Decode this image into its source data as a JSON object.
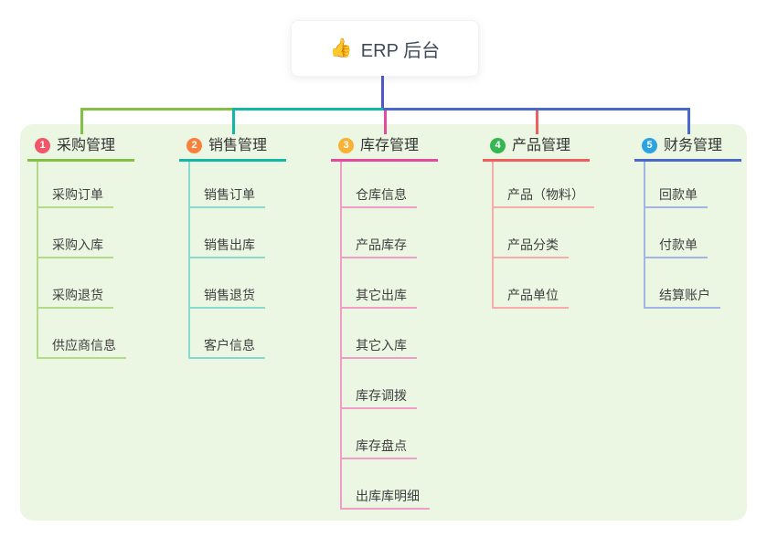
{
  "root": {
    "icon": "thumbs-up-icon",
    "icon_char": "👍",
    "label": "ERP 后台"
  },
  "colors": {
    "background": "#ffffff",
    "panel_bg": "#ebf7e3",
    "trunk": "#4c5ac8",
    "root_text": "#3f4a5a",
    "branch_text": "#333333",
    "child_text": "#404040"
  },
  "branches": [
    {
      "num": "1",
      "label": "采购管理",
      "badge_color": "#f1566b",
      "line_color": "#84c043",
      "light_color": "#b3da89",
      "children": [
        "采购订单",
        "采购入库",
        "采购退货",
        "供应商信息"
      ]
    },
    {
      "num": "2",
      "label": "销售管理",
      "badge_color": "#f8813e",
      "line_color": "#12b7a6",
      "light_color": "#8ad9cf",
      "children": [
        "销售订单",
        "销售出库",
        "销售退货",
        "客户信息"
      ]
    },
    {
      "num": "3",
      "label": "库存管理",
      "badge_color": "#f9b233",
      "line_color": "#e54a9c",
      "light_color": "#f29dc8",
      "children": [
        "仓库信息",
        "产品库存",
        "其它出库",
        "其它入库",
        "库存调拨",
        "库存盘点",
        "出库库明细"
      ]
    },
    {
      "num": "4",
      "label": "产品管理",
      "badge_color": "#36b553",
      "line_color": "#f25d5d",
      "light_color": "#f8abab",
      "children": [
        "产品（物料）",
        "产品分类",
        "产品单位"
      ]
    },
    {
      "num": "5",
      "label": "财务管理",
      "badge_color": "#2ba3e0",
      "line_color": "#4a67cb",
      "light_color": "#a3b4e4",
      "children": [
        "回款单",
        "付款单",
        "结算账户"
      ]
    }
  ]
}
